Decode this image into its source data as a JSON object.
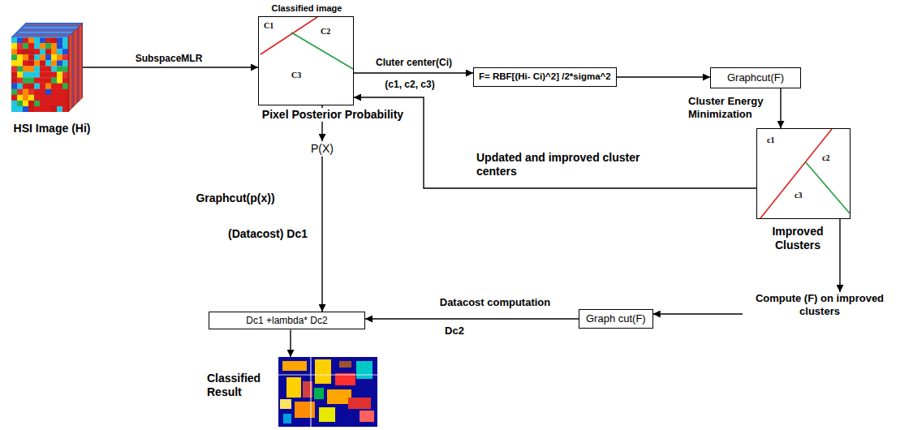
{
  "diagram": {
    "nodes": [
      {
        "text": [
          "HSI Image (Hi)"
        ]
      },
      {
        "text": [
          "Classified image",
          "C1",
          "C2",
          "C3"
        ]
      },
      {
        "text": [
          "P(X)"
        ]
      },
      {
        "text": [
          "F= RBF[(Hi- Ci)^2] /2*sigma^2"
        ]
      },
      {
        "text": [
          "Graphcut(F)"
        ]
      },
      {
        "text": [
          "Improved Clusters",
          "c1",
          "c2",
          "c3"
        ]
      },
      {
        "text": [
          "Compute (F) on improved clusters"
        ]
      },
      {
        "text": [
          "Graph cut(F)"
        ]
      },
      {
        "text": [
          "Dc1 +lambda* Dc2"
        ]
      },
      {
        "text": [
          "Classified Result"
        ]
      }
    ],
    "edges": [
      {
        "from": 0,
        "to": 1,
        "label": "SubspaceMLR",
        "arrow": "to"
      },
      {
        "from": 1,
        "to": 3,
        "label": "Cluter center(Ci)",
        "arrow": "to"
      },
      {
        "from": 3,
        "to": 4,
        "arrow": "to"
      },
      {
        "from": 4,
        "to": 5,
        "arrow": "to"
      },
      {
        "from": 5,
        "to": 1,
        "label": "Updated and improved cluster centers",
        "arrow": "to"
      },
      {
        "from": 1,
        "to": 2,
        "arrow": "to"
      },
      {
        "from": 2,
        "to": 8,
        "arrow": "to"
      },
      {
        "from": 5,
        "to": 6,
        "arrow": "to"
      },
      {
        "from": 6,
        "to": 7,
        "arrow": "to"
      },
      {
        "from": 7,
        "to": 8,
        "label": "Datacost computation",
        "arrow": "to"
      },
      {
        "from": 8,
        "to": 9,
        "arrow": "to"
      }
    ],
    "labels": [
      "Pixel Posterior Probability",
      "(c1, c2, c3)",
      "Graphcut(p(x))",
      "(Datacost) Dc1",
      "Cluster Energy Minimization",
      "Dc2"
    ]
  }
}
